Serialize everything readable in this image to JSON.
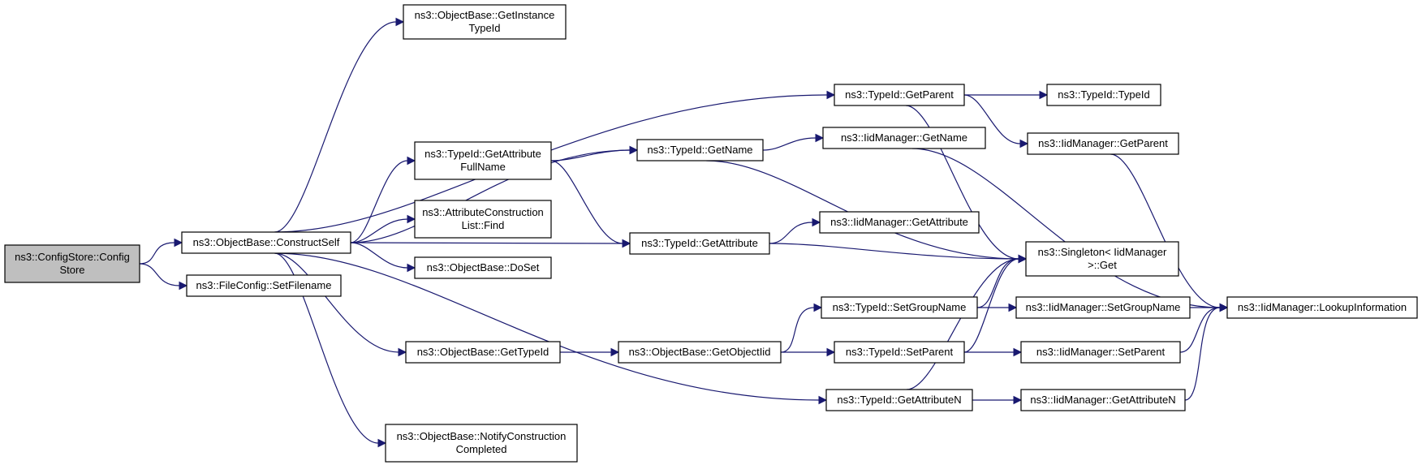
{
  "diagram": {
    "nodes": [
      {
        "id": "configstore",
        "lines": [
          "ns3::ConfigStore::Config",
          "Store"
        ],
        "root": true
      },
      {
        "id": "constructself",
        "lines": [
          "ns3::ObjectBase::ConstructSelf"
        ]
      },
      {
        "id": "setfilename",
        "lines": [
          "ns3::FileConfig::SetFilename"
        ]
      },
      {
        "id": "getinstancetypeid",
        "lines": [
          "ns3::ObjectBase::GetInstance",
          "TypeId"
        ]
      },
      {
        "id": "getattrfullname",
        "lines": [
          "ns3::TypeId::GetAttribute",
          "FullName"
        ]
      },
      {
        "id": "acl_find",
        "lines": [
          "ns3::AttributeConstruction",
          "List::Find"
        ]
      },
      {
        "id": "doset",
        "lines": [
          "ns3::ObjectBase::DoSet"
        ]
      },
      {
        "id": "ob_gettypeid",
        "lines": [
          "ns3::ObjectBase::GetTypeId"
        ]
      },
      {
        "id": "notifyconstruction",
        "lines": [
          "ns3::ObjectBase::NotifyConstruction",
          "Completed"
        ]
      },
      {
        "id": "getparent",
        "lines": [
          "ns3::TypeId::GetParent"
        ]
      },
      {
        "id": "getname",
        "lines": [
          "ns3::TypeId::GetName"
        ]
      },
      {
        "id": "getattribute",
        "lines": [
          "ns3::TypeId::GetAttribute"
        ]
      },
      {
        "id": "getobjectiid",
        "lines": [
          "ns3::ObjectBase::GetObjectIid"
        ]
      },
      {
        "id": "setgroupname",
        "lines": [
          "ns3::TypeId::SetGroupName"
        ]
      },
      {
        "id": "setparent",
        "lines": [
          "ns3::TypeId::SetParent"
        ]
      },
      {
        "id": "getattributen",
        "lines": [
          "ns3::TypeId::GetAttributeN"
        ]
      },
      {
        "id": "typeid_ctor",
        "lines": [
          "ns3::TypeId::TypeId"
        ]
      },
      {
        "id": "iid_getparent",
        "lines": [
          "ns3::IidManager::GetParent"
        ]
      },
      {
        "id": "iid_getname",
        "lines": [
          "ns3::IidManager::GetName"
        ]
      },
      {
        "id": "iid_getattribute",
        "lines": [
          "ns3::IidManager::GetAttribute"
        ]
      },
      {
        "id": "singleton_get",
        "lines": [
          "ns3::Singleton< IidManager",
          " >::Get"
        ]
      },
      {
        "id": "iid_setgroupname",
        "lines": [
          "ns3::IidManager::SetGroupName"
        ]
      },
      {
        "id": "iid_setparent",
        "lines": [
          "ns3::IidManager::SetParent"
        ]
      },
      {
        "id": "iid_getattributen",
        "lines": [
          "ns3::IidManager::GetAttributeN"
        ]
      },
      {
        "id": "lookupinfo",
        "lines": [
          "ns3::IidManager::LookupInformation"
        ]
      }
    ],
    "edges": [
      [
        "configstore",
        "constructself"
      ],
      [
        "configstore",
        "setfilename"
      ],
      [
        "constructself",
        "getinstancetypeid"
      ],
      [
        "constructself",
        "getparent"
      ],
      [
        "constructself",
        "getname"
      ],
      [
        "constructself",
        "getattrfullname"
      ],
      [
        "constructself",
        "acl_find"
      ],
      [
        "constructself",
        "doset"
      ],
      [
        "constructself",
        "getattribute"
      ],
      [
        "constructself",
        "ob_gettypeid"
      ],
      [
        "constructself",
        "getattributen"
      ],
      [
        "constructself",
        "notifyconstruction"
      ],
      [
        "getparent",
        "typeid_ctor"
      ],
      [
        "getparent",
        "iid_getparent"
      ],
      [
        "getparent",
        "singleton_get"
      ],
      [
        "getattrfullname",
        "getname"
      ],
      [
        "getattrfullname",
        "getattribute"
      ],
      [
        "getname",
        "iid_getname"
      ],
      [
        "getname",
        "singleton_get"
      ],
      [
        "getattribute",
        "iid_getattribute"
      ],
      [
        "getattribute",
        "singleton_get"
      ],
      [
        "ob_gettypeid",
        "getobjectiid"
      ],
      [
        "getobjectiid",
        "setgroupname"
      ],
      [
        "getobjectiid",
        "setparent"
      ],
      [
        "setgroupname",
        "singleton_get"
      ],
      [
        "setgroupname",
        "iid_setgroupname"
      ],
      [
        "setparent",
        "singleton_get"
      ],
      [
        "setparent",
        "iid_setparent"
      ],
      [
        "getattributen",
        "singleton_get"
      ],
      [
        "getattributen",
        "iid_getattributen"
      ],
      [
        "iid_getparent",
        "lookupinfo"
      ],
      [
        "iid_getname",
        "lookupinfo"
      ],
      [
        "iid_setgroupname",
        "lookupinfo"
      ],
      [
        "iid_setparent",
        "lookupinfo"
      ],
      [
        "iid_getattributen",
        "lookupinfo"
      ]
    ]
  }
}
